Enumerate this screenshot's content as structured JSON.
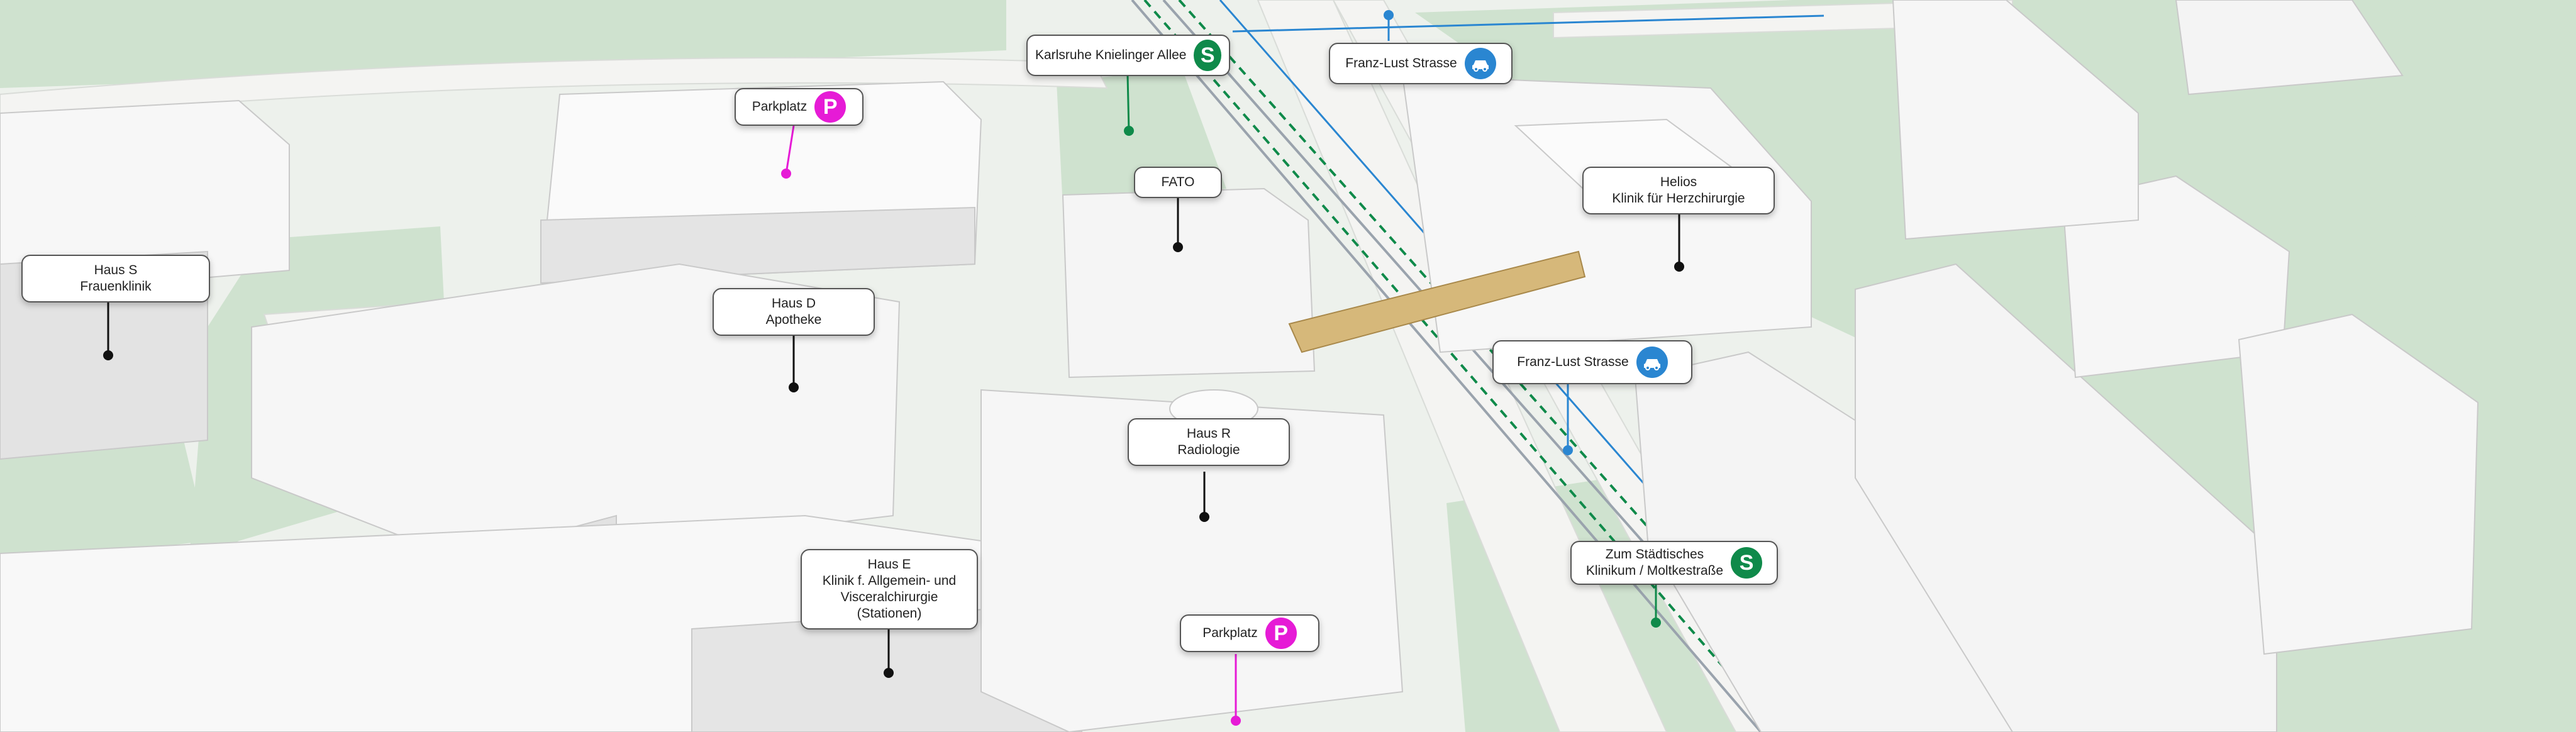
{
  "colors": {
    "parking": "#e61bd6",
    "sbahn": "#0f8a4a",
    "road": "#2a86d1",
    "pin": "#111111"
  },
  "labels": {
    "haus_s": [
      "Haus S",
      "Frauenklinik"
    ],
    "haus_d": [
      "Haus D",
      "Apotheke"
    ],
    "haus_r": [
      "Haus R",
      "Radiologie"
    ],
    "haus_e": [
      "Haus E",
      "Klinik f. Allgemein- und",
      "Visceralchirurgie",
      "(Stationen)"
    ],
    "fato": "FATO",
    "parkplatz_top": "Parkplatz",
    "parkplatz_bottom": "Parkplatz",
    "karlsruhe": "Karlsruhe Knielinger Allee",
    "franz_lust_top": "Franz-Lust Strasse",
    "franz_lust_mid": "Franz-Lust Strasse",
    "helios": [
      "Helios",
      "Klinik für Herzchirurgie"
    ],
    "staedtisches": [
      "Zum Städtisches",
      "Klinikum / Moltkestraße"
    ]
  },
  "icons": {
    "parking": "P",
    "sbahn": "S",
    "car": "car-icon"
  }
}
